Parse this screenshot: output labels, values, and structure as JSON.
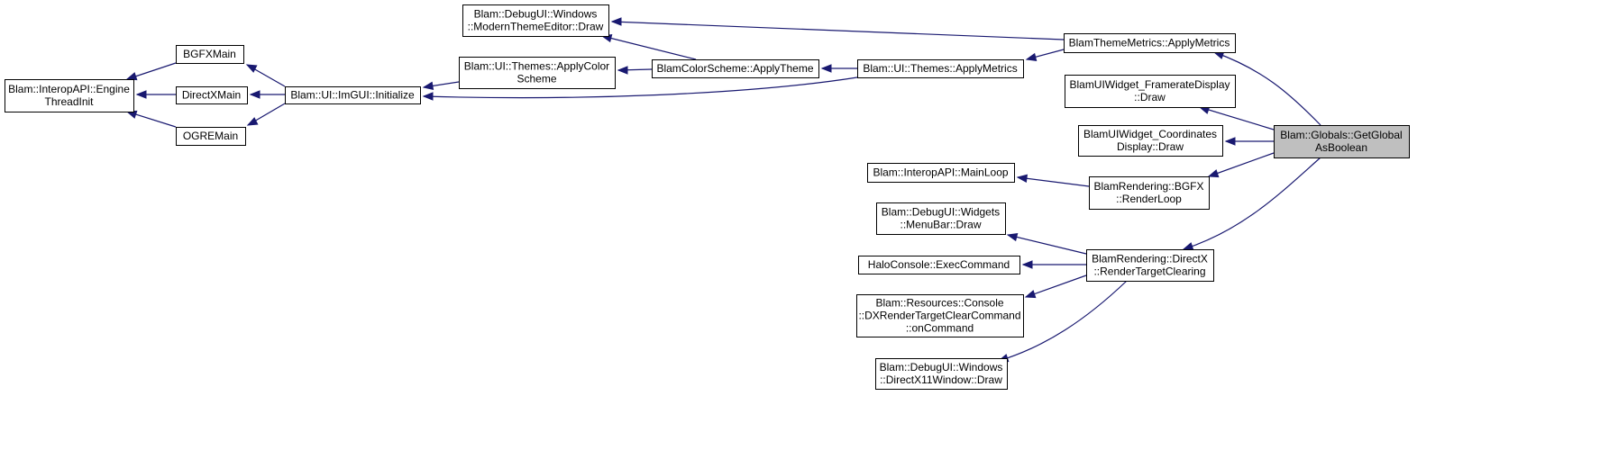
{
  "diagram": {
    "type": "doxygen-caller-graph",
    "colors": {
      "edge": "#191970",
      "node_border": "#000000",
      "node_fill": "#ffffff",
      "focus_fill": "#bfbfbf"
    },
    "nodes": [
      {
        "id": "engine_threadinit",
        "lines": [
          "Blam::InteropAPI::Engine",
          "ThreadInit"
        ]
      },
      {
        "id": "bgfxmain",
        "lines": [
          "BGFXMain"
        ]
      },
      {
        "id": "directxmain",
        "lines": [
          "DirectXMain"
        ]
      },
      {
        "id": "ogremain",
        "lines": [
          "OGREMain"
        ]
      },
      {
        "id": "imgui_initialize",
        "lines": [
          "Blam::UI::ImGUI::Initialize"
        ]
      },
      {
        "id": "modern_theme_editor_draw",
        "lines": [
          "Blam::DebugUI::Windows",
          "::ModernThemeEditor::Draw"
        ]
      },
      {
        "id": "apply_color_scheme",
        "lines": [
          "Blam::UI::Themes::ApplyColor",
          "Scheme"
        ]
      },
      {
        "id": "color_scheme_apply_theme",
        "lines": [
          "BlamColorScheme::ApplyTheme"
        ]
      },
      {
        "id": "themes_apply_metrics",
        "lines": [
          "Blam::UI::Themes::ApplyMetrics"
        ]
      },
      {
        "id": "theme_metrics_apply_metrics",
        "lines": [
          "BlamThemeMetrics::ApplyMetrics"
        ]
      },
      {
        "id": "framerate_display_draw",
        "lines": [
          "BlamUIWidget_FramerateDisplay",
          "::Draw"
        ]
      },
      {
        "id": "coordinates_display_draw",
        "lines": [
          "BlamUIWidget_Coordinates",
          "Display::Draw"
        ]
      },
      {
        "id": "interop_mainloop",
        "lines": [
          "Blam::InteropAPI::MainLoop"
        ]
      },
      {
        "id": "bgfx_renderloop",
        "lines": [
          "BlamRendering::BGFX",
          "::RenderLoop"
        ]
      },
      {
        "id": "menubar_draw",
        "lines": [
          "Blam::DebugUI::Widgets",
          "::MenuBar::Draw"
        ]
      },
      {
        "id": "halo_exec_command",
        "lines": [
          "HaloConsole::ExecCommand"
        ]
      },
      {
        "id": "dx_clear_command",
        "lines": [
          "Blam::Resources::Console",
          "::DXRenderTargetClearCommand",
          "::onCommand"
        ]
      },
      {
        "id": "directx11window_draw",
        "lines": [
          "Blam::DebugUI::Windows",
          "::DirectX11Window::Draw"
        ]
      },
      {
        "id": "directx_render_target_clearing",
        "lines": [
          "BlamRendering::DirectX",
          "::RenderTargetClearing"
        ]
      },
      {
        "id": "get_global_as_boolean",
        "lines": [
          "Blam::Globals::GetGlobal",
          "AsBoolean"
        ],
        "highlighted": true
      }
    ],
    "edges": [
      {
        "from": "bgfxmain",
        "to": "engine_threadinit"
      },
      {
        "from": "directxmain",
        "to": "engine_threadinit"
      },
      {
        "from": "ogremain",
        "to": "engine_threadinit"
      },
      {
        "from": "imgui_initialize",
        "to": "bgfxmain"
      },
      {
        "from": "imgui_initialize",
        "to": "directxmain"
      },
      {
        "from": "imgui_initialize",
        "to": "ogremain"
      },
      {
        "from": "apply_color_scheme",
        "to": "imgui_initialize"
      },
      {
        "from": "color_scheme_apply_theme",
        "to": "apply_color_scheme"
      },
      {
        "from": "color_scheme_apply_theme",
        "to": "modern_theme_editor_draw"
      },
      {
        "from": "themes_apply_metrics",
        "to": "color_scheme_apply_theme"
      },
      {
        "from": "themes_apply_metrics",
        "to": "imgui_initialize"
      },
      {
        "from": "theme_metrics_apply_metrics",
        "to": "modern_theme_editor_draw"
      },
      {
        "from": "theme_metrics_apply_metrics",
        "to": "themes_apply_metrics"
      },
      {
        "from": "bgfx_renderloop",
        "to": "interop_mainloop"
      },
      {
        "from": "directx_render_target_clearing",
        "to": "menubar_draw"
      },
      {
        "from": "directx_render_target_clearing",
        "to": "halo_exec_command"
      },
      {
        "from": "directx_render_target_clearing",
        "to": "dx_clear_command"
      },
      {
        "from": "directx_render_target_clearing",
        "to": "directx11window_draw"
      },
      {
        "from": "get_global_as_boolean",
        "to": "theme_metrics_apply_metrics"
      },
      {
        "from": "get_global_as_boolean",
        "to": "framerate_display_draw"
      },
      {
        "from": "get_global_as_boolean",
        "to": "coordinates_display_draw"
      },
      {
        "from": "get_global_as_boolean",
        "to": "bgfx_renderloop"
      },
      {
        "from": "get_global_as_boolean",
        "to": "directx_render_target_clearing"
      }
    ]
  }
}
